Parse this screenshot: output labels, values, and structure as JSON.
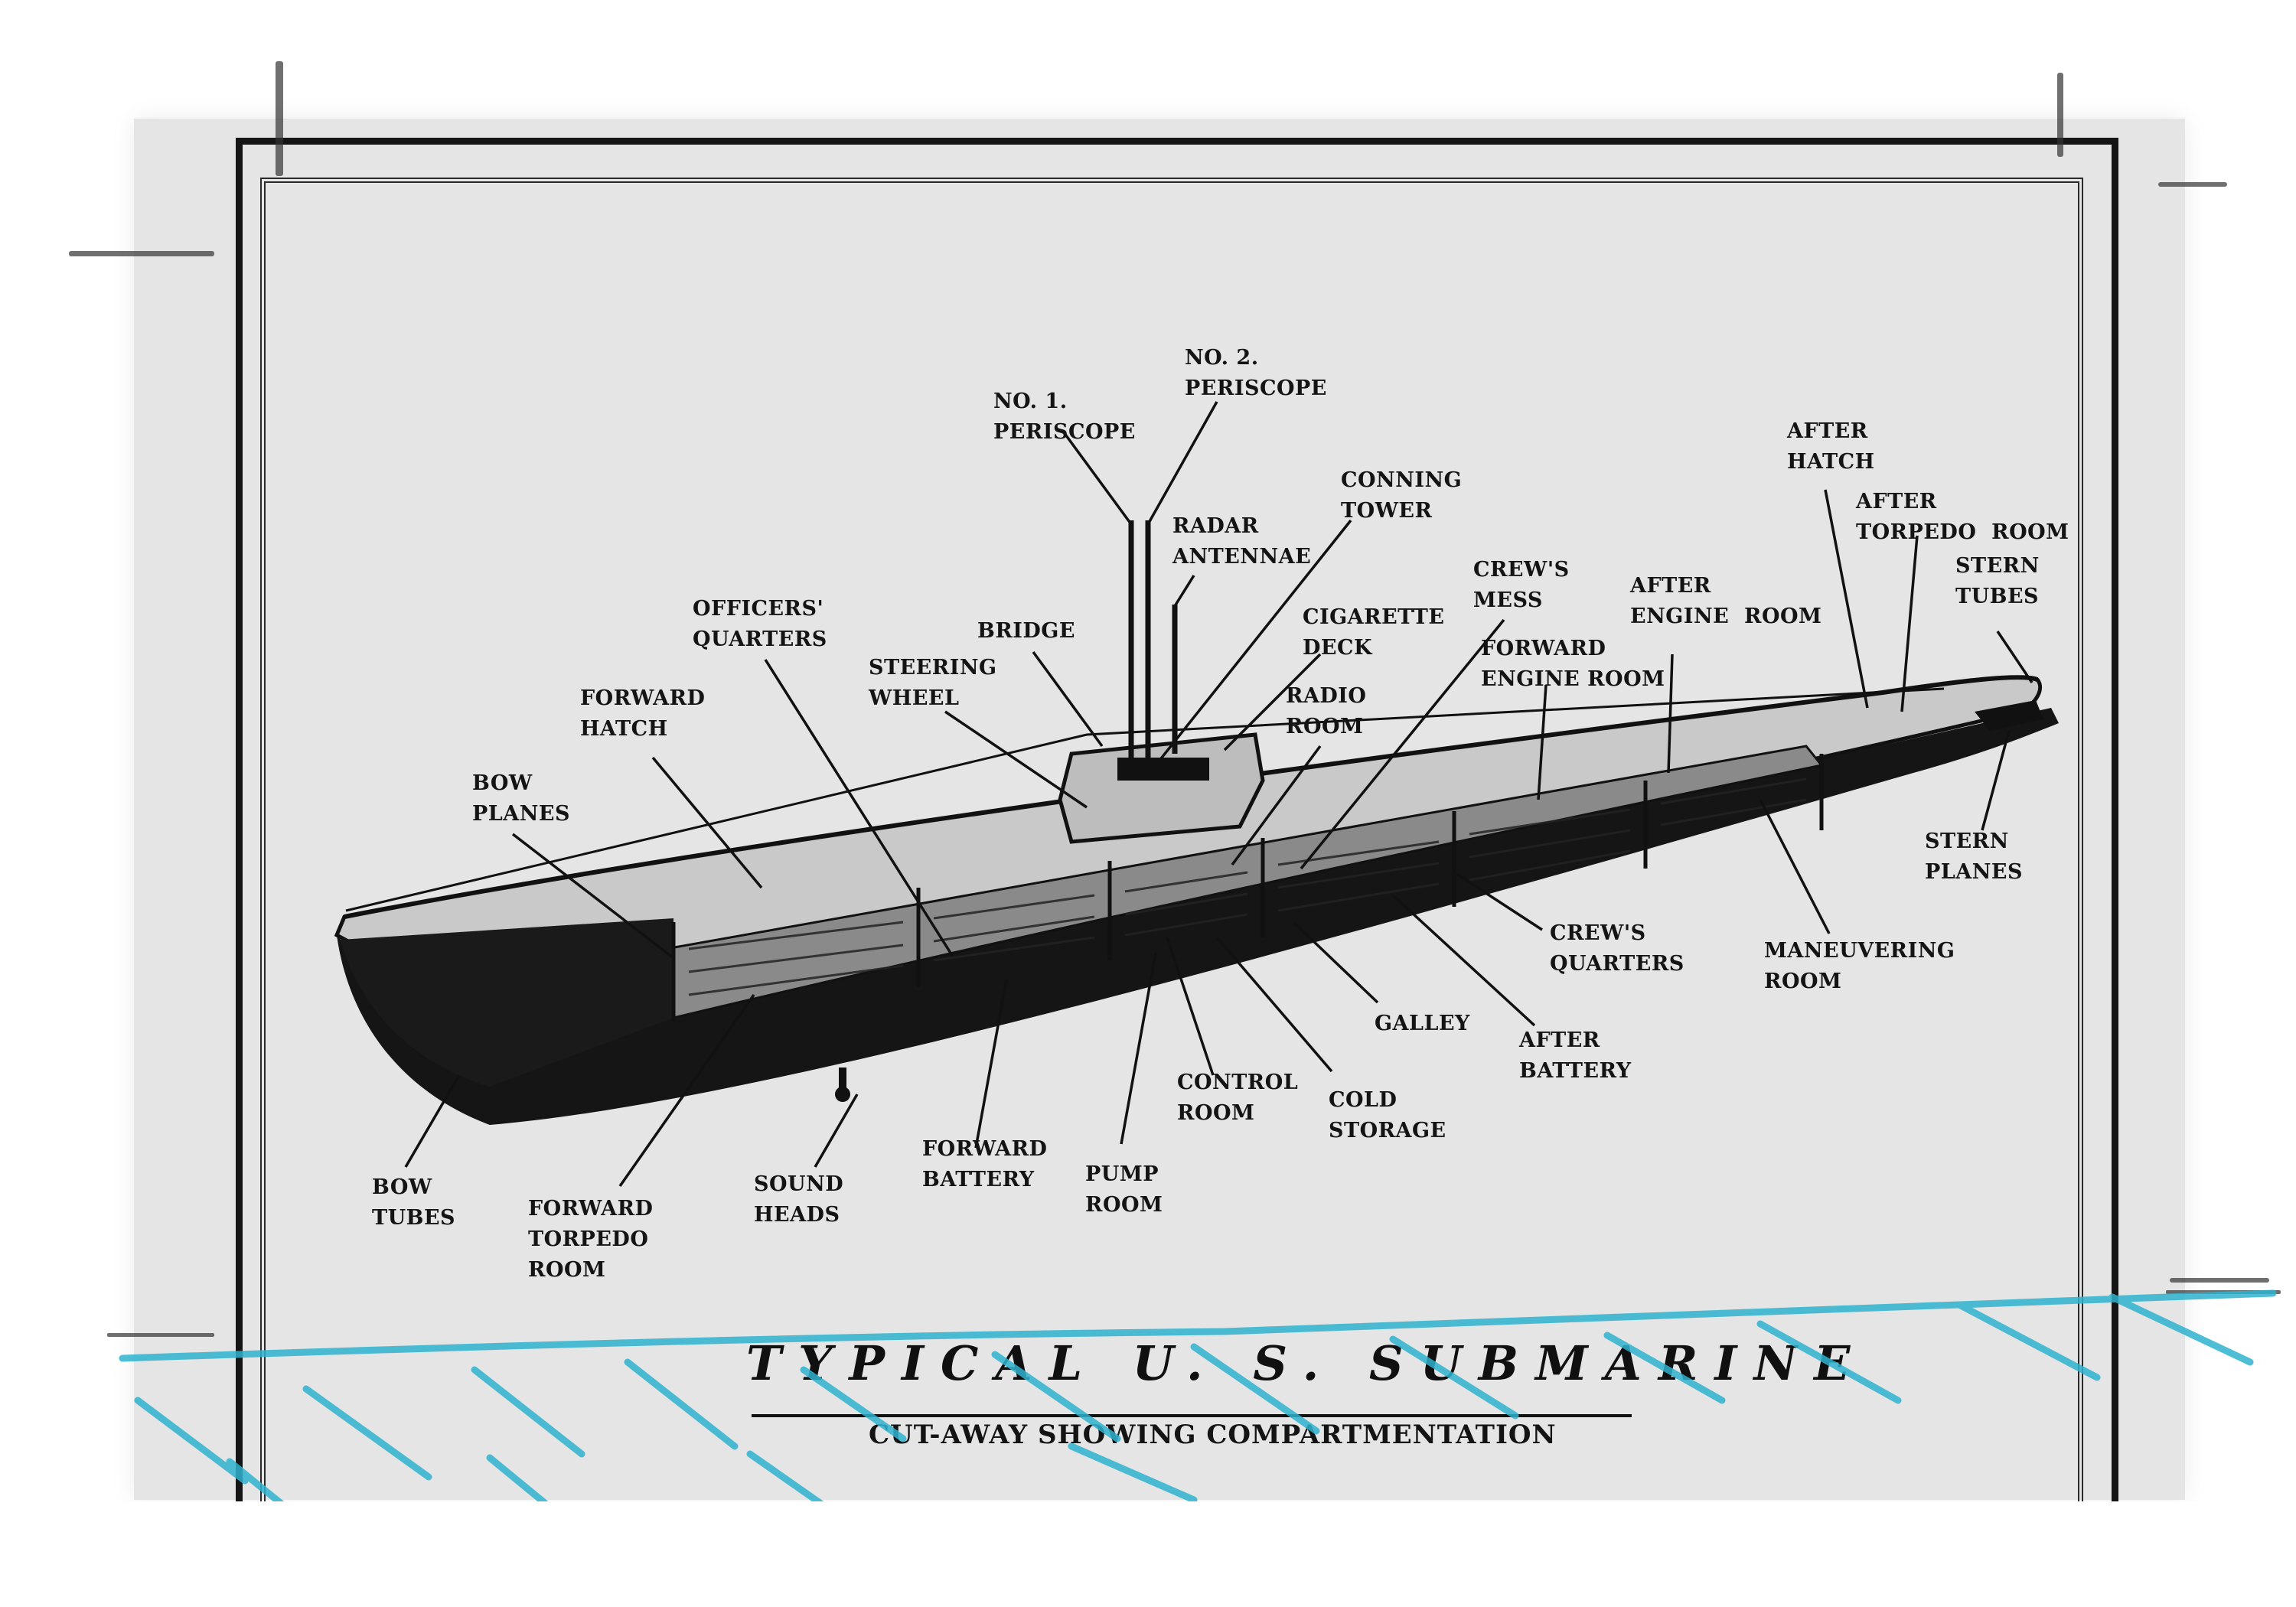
{
  "title": "TYPICAL U. S. SUBMARINE",
  "subtitle": "CUT-AWAY SHOWING COMPARTMENTATION",
  "ink_color": "#141414",
  "crayon_color": "#2fb3cf",
  "labels": {
    "no1_periscope": "NO. 1.\nPERISCOPE",
    "no2_periscope": "NO. 2.\nPERISCOPE",
    "radar_antennae": "RADAR\nANTENNAE",
    "conning_tower": "CONNING\nTOWER",
    "officers_quarters": "OFFICERS'\nQUARTERS",
    "bridge": "BRIDGE",
    "cigarette_deck": "CIGARETTE\nDECK",
    "steering_wheel": "STEERING\nWHEEL",
    "radio_room": "RADIO\nROOM",
    "crews_mess": "CREW'S\nMESS",
    "after_engine_room": "AFTER\nENGINE  ROOM",
    "forward_engine_room": "FORWARD\nENGINE ROOM",
    "after_hatch": "AFTER\nHATCH",
    "after_torpedo_room": "AFTER\nTORPEDO  ROOM",
    "stern_tubes": "STERN\nTUBES",
    "forward_hatch": "FORWARD\nHATCH",
    "bow_planes": "BOW\nPLANES",
    "stern_planes": "STERN\nPLANES",
    "crews_quarters": "CREW'S\nQUARTERS",
    "maneuvering_room": "MANEUVERING\nROOM",
    "galley": "GALLEY",
    "after_battery": "AFTER\nBATTERY",
    "control_room": "CONTROL\nROOM",
    "cold_storage": "COLD\nSTORAGE",
    "forward_battery": "FORWARD\nBATTERY",
    "pump_room": "PUMP\nROOM",
    "sound_heads": "SOUND\nHEADS",
    "forward_torpedo_room": "FORWARD\nTORPEDO\nROOM",
    "bow_tubes": "BOW\nTUBES"
  }
}
